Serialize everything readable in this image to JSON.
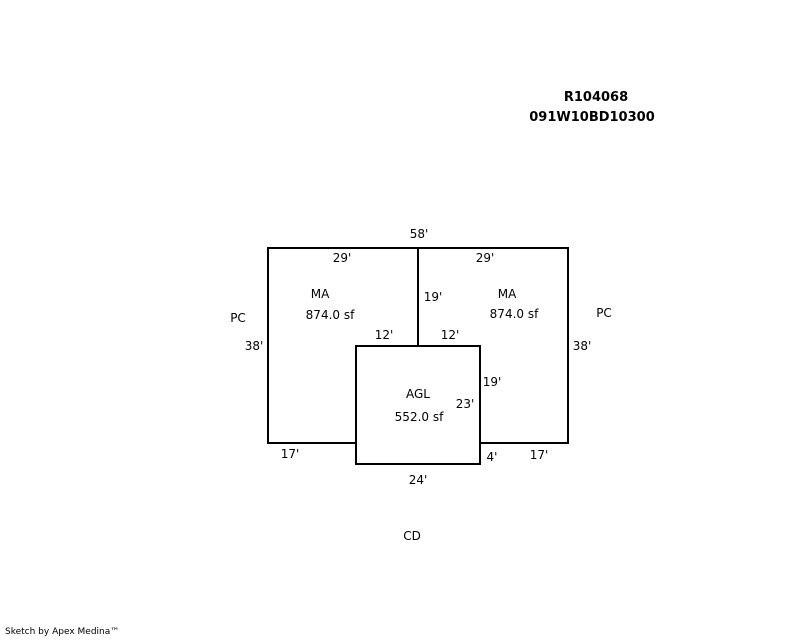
{
  "header": {
    "account": "R104068",
    "map_tax_lot": "091W10BD10300"
  },
  "areas": {
    "left": {
      "code": "MA",
      "area": "874.0 sf"
    },
    "right": {
      "code": "MA",
      "area": "874.0 sf"
    },
    "center": {
      "code": "AGL",
      "area": "552.0 sf"
    }
  },
  "side_labels": {
    "left": "PC",
    "right": "PC",
    "bottom": "CD"
  },
  "dimensions": {
    "top_total": "58'",
    "top_left": "29'",
    "top_right": "29'",
    "left_side": "38'",
    "right_side": "38'",
    "middle_divider": "19'",
    "notch_left": "12'",
    "notch_right": "12'",
    "garage_right_upper": "19'",
    "garage_left_inner": "23'",
    "bottom_left": "17'",
    "bottom_right": "17'",
    "garage_bottom": "24'",
    "garage_step": "4'"
  },
  "credit": "Sketch by Apex Medina™"
}
